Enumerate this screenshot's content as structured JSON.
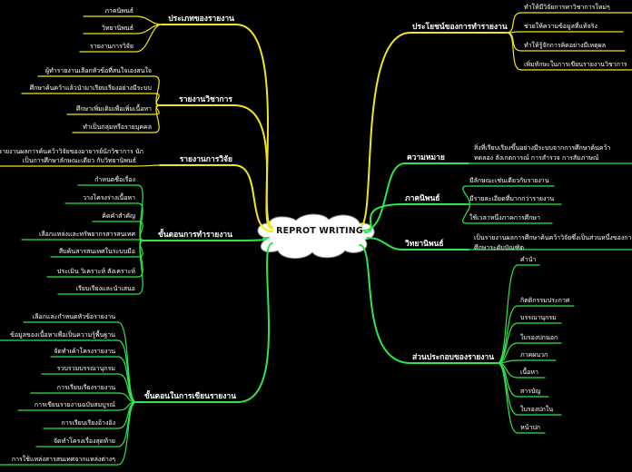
{
  "root": "REPROT WRITING",
  "colors": {
    "yellow": "#f0e61e",
    "green": "#2ee64a",
    "line": "#e0e0e0"
  },
  "branches": {
    "types": {
      "title": "ประเภทของรายงาน",
      "items": [
        "ภาคนิพนธ์",
        "วิทยานิพนธ์",
        "รายงานการวิจัย"
      ]
    },
    "academic": {
      "title": "รายงานวิชาการ",
      "items": [
        "ผู้ทำรายงานเลือกหัวข้อที่สนใจเองสนใจ",
        "ศึกษาค้นคว้าแล้วนำมาเรียบเรียงอย่างมีระบบ",
        "ศึกษาเพิ่มเติมเพื่อเพิ่มเนื้อหา",
        "ทำเป็นกลุ่มหรือรายบุคคล"
      ]
    },
    "research": {
      "title": "รายงานการวิจัย",
      "desc": [
        "รายงานผลการค้นคว้าวิจัยของอาจารย์นักวิชาการ นัก",
        "เป็นการศึกษาลักษณะเดียว กับวิทยานิพนธ์"
      ]
    },
    "process": {
      "title": "ขั้นตอนการทำรายงาน",
      "items": [
        "กำหนดชื่อเรื่อง",
        "วางโครงร่างเนื้อหา",
        "คิดคำสำคัญ",
        "เลือกแหล่งและทรัพยากรสารสนเทศ",
        "สืบค้นสารสนเทศในระบบมือ",
        "ประเมิน วิเคราะห์ สังเคราะห์",
        "เรียบเรียงและนำเสนอ"
      ]
    },
    "writing": {
      "title": "ขั้นตอนในการเขียนรายงาน",
      "items": [
        "เลือกและกำหนดหัวข้อรายงาน",
        "ข้อมูลของเนื้อหาเพื่อเป็นความรู้พื้นฐาน",
        "จัดทำเค้าโครงรายงาน",
        "รวบรวมบรรณานุกรม",
        "การเรียบเรียงรายงาน",
        "การเขียนรายงานฉบับสมบูรณ์",
        "การเรียบเรียงอ้างอิง",
        "จัดทำโครงเรื่องสุดท้าย",
        "การใช้แหล่งสารสนเทศจากแหล่งต่างๆ"
      ]
    },
    "benefits": {
      "title": "ประโยชน์ของการทำรายงาน",
      "items": [
        "ทำให้มีวิจัยการหาวิชาการใหม่ๆ",
        "ช่วยให้ความข้อมูลที่แท้จริง",
        "ทำให้รู้จักการคิดอย่างมีเหตุผล",
        "เพิ่มทักษะในการเขียนรายงานวิชาการ"
      ]
    },
    "meaning": {
      "title": "ความหมาย",
      "desc": [
        "สิ่งที่เรียบเรียงขึ้นอย่างมีระบบจากการศึกษาค้นคว้า",
        "ทดลอง สังเกตการณ์ การสำรวจ การสัมภาษณ์"
      ]
    },
    "term_paper": {
      "title": "ภาคนิพนธ์",
      "items": [
        "มีลักษณะเช่นเดียวกับรายงาน",
        "มีรายละเอียดที่มากกว่ารายงาน",
        "ใช้เวลาหนึ่งภาคการศึกษา"
      ]
    },
    "thesis": {
      "title": "วิทยานิพนธ์",
      "desc": [
        "เป็นรายงานผลการศึกษาค้นคว้าวิจัยซึ่งเป็นส่วนหนึ่งของการ",
        "ศึกษาระดับบัณฑิต"
      ]
    },
    "components": {
      "title": "ส่วนประกอบของรายงาน",
      "items": [
        "คำนำ",
        "กิตติกรรมประกาศ",
        "บรรณานุกรม",
        "ใบรองปกนอก",
        "ภาคผนวก",
        "เนื้อหา",
        "สารบัญ",
        "ใบรองปกใน",
        "หน้าปก"
      ]
    }
  }
}
